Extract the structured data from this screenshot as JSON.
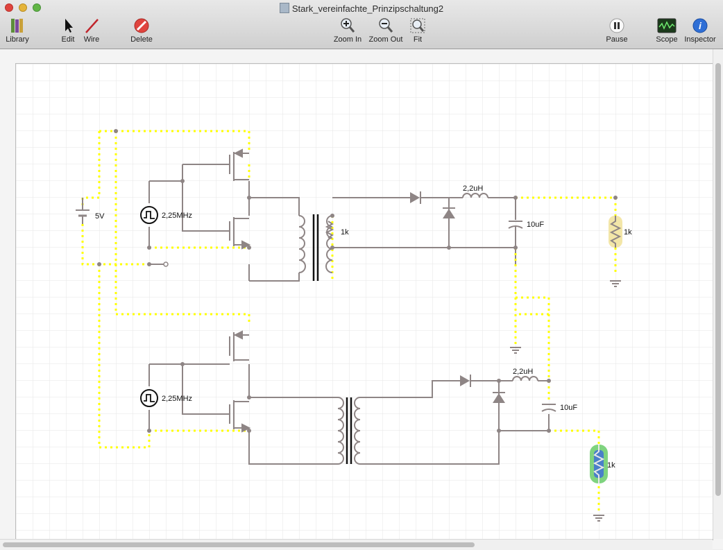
{
  "window": {
    "title": "Stark_vereinfachte_Prinzipschaltung2"
  },
  "toolbar": {
    "library": "Library",
    "edit": "Edit",
    "wire": "Wire",
    "delete": "Delete",
    "zoom_in": "Zoom In",
    "zoom_out": "Zoom Out",
    "fit": "Fit",
    "pause": "Pause",
    "scope": "Scope",
    "inspector": "Inspector"
  },
  "schematic": {
    "battery": "5V",
    "source_top": "2,25MHz",
    "source_bottom": "2,25MHz",
    "load_top_transformer": "1k",
    "inductor_top": "2,2uH",
    "cap_top": "10uF",
    "resistor_top": "1k",
    "inductor_bottom": "2,2uH",
    "cap_bottom": "10uF",
    "resistor_bottom": "1k"
  },
  "colors": {
    "wire": "#8e8585",
    "active_wire": "#ffff00",
    "grid": "#e4e4e4",
    "highlight_top": "#f3e6a8",
    "highlight_bottom": "#7fd37f"
  }
}
